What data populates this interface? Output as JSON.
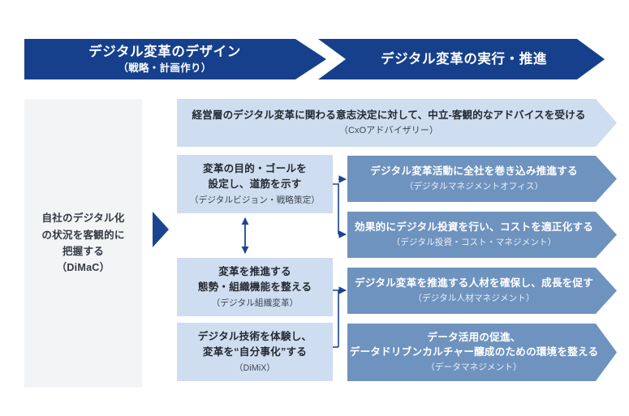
{
  "header": {
    "left_banner": {
      "title": "デジタル変革のデザイン",
      "subtitle": "（戦略・計画作り）"
    },
    "right_banner": {
      "title": "デジタル変革の実行・推進",
      "subtitle": ""
    }
  },
  "assessment": {
    "text": "自社のデジタル化\nの状況を客観的に\n把握する\n（DiMaC）"
  },
  "advisory": {
    "main": "経営層のデジタル変革に関わる意志決定に対して、中立-客観的なアドバイスを受ける",
    "sub": "（CxOアドバイザリー）"
  },
  "design_boxes": [
    {
      "main": "変革の目的・ゴールを\n設定し、道筋を示す",
      "sub": "（デジタルビジョン・戦略策定）"
    },
    {
      "main": "変革を推進する\n態勢・組織機能を整える",
      "sub": "（デジタル組織変革）"
    },
    {
      "main": "デジタル技術を体験し、\n変革を“自分事化”する",
      "sub": "（DiMiX）"
    }
  ],
  "execution_boxes": [
    {
      "main": "デジタル変革活動に全社を巻き込み推進する",
      "sub": "（デジタルマネジメントオフィス）"
    },
    {
      "main": "効果的にデジタル投資を行い、コストを適正化する",
      "sub": "（デジタル投資・コスト・マネジメント）"
    },
    {
      "main": "デジタル変革を推進する人材を確保し、成長を促す",
      "sub": "（デジタル人材マネジメント）"
    },
    {
      "main": "データ活用の促進、\nデータドリブンカルチャー醸成のための環境を整える",
      "sub": "（データマネジメント）"
    }
  ],
  "colors": {
    "banner_navy": "#16408C",
    "light_blue": "#CEDDEF",
    "medium_blue": "#6F93BF",
    "gray_panel": "#F3F4F6",
    "connector_navy": "#1B4490",
    "triangle_navy": "#1B4490"
  }
}
